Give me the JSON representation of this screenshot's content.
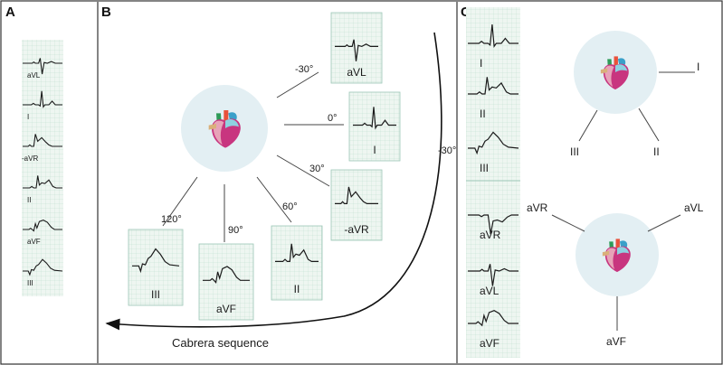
{
  "panels": {
    "a": {
      "letter": "A",
      "strips": [
        {
          "label": "aVL",
          "wave": "avl"
        },
        {
          "label": "I",
          "wave": "i"
        },
        {
          "label": "-aVR",
          "wave": "maVR"
        },
        {
          "label": "II",
          "wave": "ii"
        },
        {
          "label": "aVF",
          "wave": "avf"
        },
        {
          "label": "III",
          "wave": "iii"
        }
      ]
    },
    "b": {
      "letter": "B",
      "leads": [
        {
          "label": "aVL",
          "angle": "-30°",
          "wave": "avl"
        },
        {
          "label": "I",
          "angle": "0°",
          "wave": "i"
        },
        {
          "label": "-aVR",
          "angle": "30°",
          "wave": "maVR"
        },
        {
          "label": "II",
          "angle": "60°",
          "wave": "ii"
        },
        {
          "label": "aVF",
          "angle": "90°",
          "wave": "avf"
        },
        {
          "label": "III",
          "angle": "120°",
          "wave": "iii"
        }
      ],
      "arrow_label": "Cabrera sequence",
      "arrow_angle": "-30°"
    },
    "c": {
      "letter": "C",
      "strips": [
        {
          "label": "I",
          "wave": "i"
        },
        {
          "label": "II",
          "wave": "ii"
        },
        {
          "label": "III",
          "wave": "iii"
        },
        {
          "label": "aVR",
          "wave": "avr"
        },
        {
          "label": "aVL",
          "wave": "avl"
        },
        {
          "label": "aVF",
          "wave": "avf"
        }
      ],
      "top_axes": [
        "I",
        "III",
        "II"
      ],
      "bottom_axes": [
        "aVR",
        "aVL",
        "aVF"
      ]
    }
  },
  "colors": {
    "grid_bg": "#eef6f1",
    "grid_line": "#bcdcd0",
    "trace": "#1b1b1b",
    "heart_halo": "#e3eff3",
    "frame": "#333333"
  }
}
